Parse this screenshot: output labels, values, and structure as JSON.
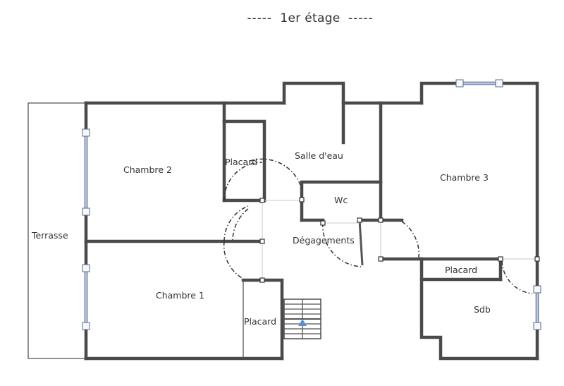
{
  "title": {
    "dashes_left": "-----",
    "text": "1er étage",
    "dashes_right": "-----"
  },
  "rooms": {
    "terrasse": "Terrasse",
    "chambre1": "Chambre 1",
    "chambre2": "Chambre 2",
    "chambre3": "Chambre 3",
    "placard_ch2": "Placard",
    "placard_ch1": "Placard",
    "placard_sdb": "Placard",
    "salle_eau": "Salle d'eau",
    "wc": "Wc",
    "degagements": "Dégagements",
    "sdb": "Sdb"
  },
  "colors": {
    "wall": "#4a4a4a",
    "wall_fill": "#8a8a8a",
    "window": "#7b9bd1",
    "window_frame": "#5a6a8a",
    "door_arc": "#333333",
    "stair_arrow": "#5b8fd6",
    "thin_line": "#bbbbbb"
  }
}
